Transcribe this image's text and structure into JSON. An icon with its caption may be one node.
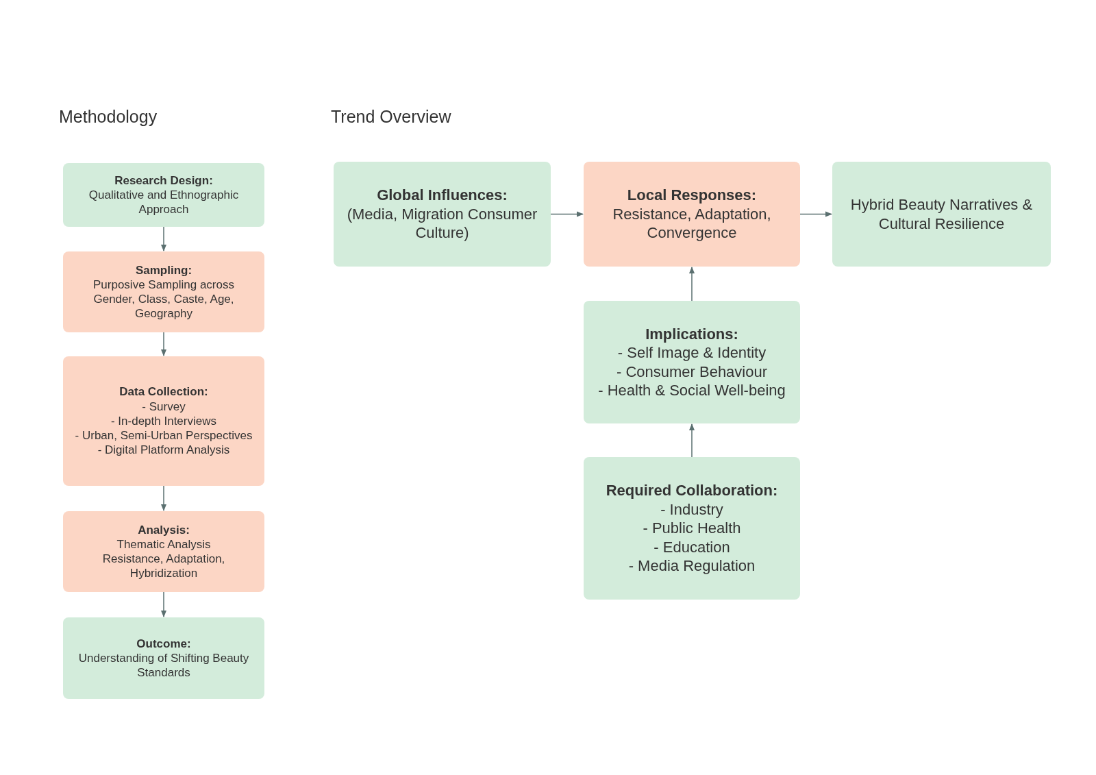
{
  "diagram": {
    "nodes": [
      {
        "text": [
          "Research Design:",
          "Qualitative and Ethnographic Approach"
        ]
      },
      {
        "text": [
          "Sampling:",
          "Purposive Sampling across Gender, Class, Caste, Age, Geography"
        ]
      },
      {
        "text": [
          "Data Collection:",
          "- Survey",
          "- In-depth Interviews",
          "- Urban, Semi-Urban Perspectives",
          "- Digital Platform Analysis"
        ]
      },
      {
        "text": [
          "Analysis:",
          "Thematic Analysis",
          "Resistance, Adaptation, Hybridization"
        ]
      },
      {
        "text": [
          "Outcome:",
          "Understanding of Shifting Beauty Standards"
        ]
      },
      {
        "text": [
          "Global Influences:",
          "(Media, Migration Consumer Culture)"
        ]
      },
      {
        "text": [
          "Local Responses:",
          "Resistance, Adaptation, Convergence"
        ]
      },
      {
        "text": [
          "Hybrid Beauty Narratives & Cultural Resilience"
        ]
      },
      {
        "text": [
          "Implications:",
          "- Self Image & Identity",
          "- Consumer Behaviour",
          "- Health & Social Well-being"
        ]
      },
      {
        "text": [
          "Required Collaboration:",
          "- Industry",
          "- Public Health",
          "- Education",
          "- Media Regulation"
        ]
      }
    ],
    "edges": [
      {
        "from": 0,
        "to": 1,
        "arrow": "to"
      },
      {
        "from": 1,
        "to": 2,
        "arrow": "to"
      },
      {
        "from": 2,
        "to": 3,
        "arrow": "to"
      },
      {
        "from": 3,
        "to": 4,
        "arrow": "to"
      },
      {
        "from": 5,
        "to": 6,
        "arrow": "to"
      },
      {
        "from": 6,
        "to": 7,
        "arrow": "to"
      },
      {
        "from": 8,
        "to": 6,
        "arrow": "to"
      },
      {
        "from": 9,
        "to": 8,
        "arrow": "to"
      }
    ],
    "labels": [
      "Methodology",
      "Trend Overview"
    ]
  }
}
